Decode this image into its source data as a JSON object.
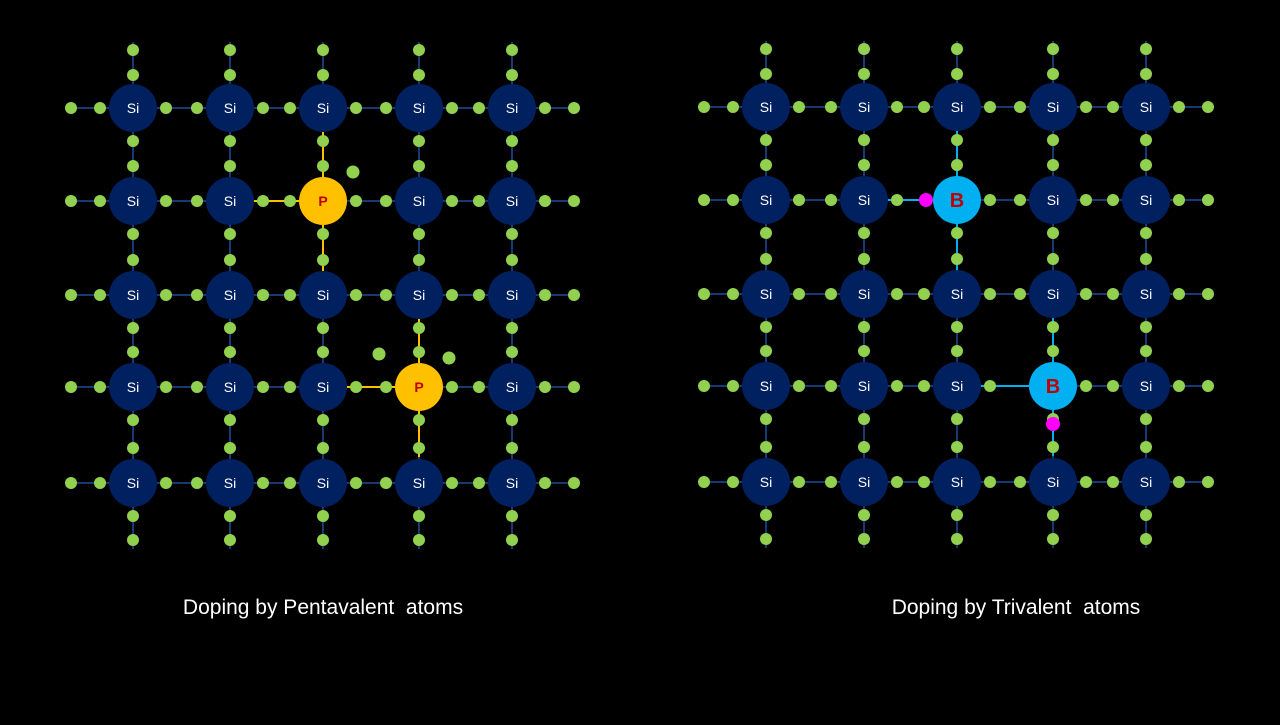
{
  "captions": {
    "left": "Doping by Pentavalent  atoms",
    "right": "Doping by Trivalent  atoms"
  },
  "colors": {
    "background": "#000000",
    "silicon": "#002060",
    "bond_line": "#1f4e9a",
    "electron": "#92d050",
    "phosphorus": "#ffc000",
    "dopant_label": "#c00000",
    "boron": "#00b0f0",
    "hole": "#ff00ff",
    "atom_text": "#ffffff"
  },
  "lattices": [
    {
      "name": "pentavalent",
      "host_label": "Si",
      "dopant_label": "P",
      "rows": 5,
      "cols": 5,
      "dopants": [
        {
          "row": 1,
          "col": 2,
          "label": "P",
          "extra": "free-electron"
        },
        {
          "row": 3,
          "col": 3,
          "label": "P",
          "extra": "free-electron"
        }
      ]
    },
    {
      "name": "trivalent",
      "host_label": "Si",
      "dopant_label": "B",
      "rows": 5,
      "cols": 5,
      "dopants": [
        {
          "row": 1,
          "col": 2,
          "label": "B",
          "extra": "hole"
        },
        {
          "row": 3,
          "col": 3,
          "label": "B",
          "extra": "hole"
        }
      ]
    }
  ]
}
